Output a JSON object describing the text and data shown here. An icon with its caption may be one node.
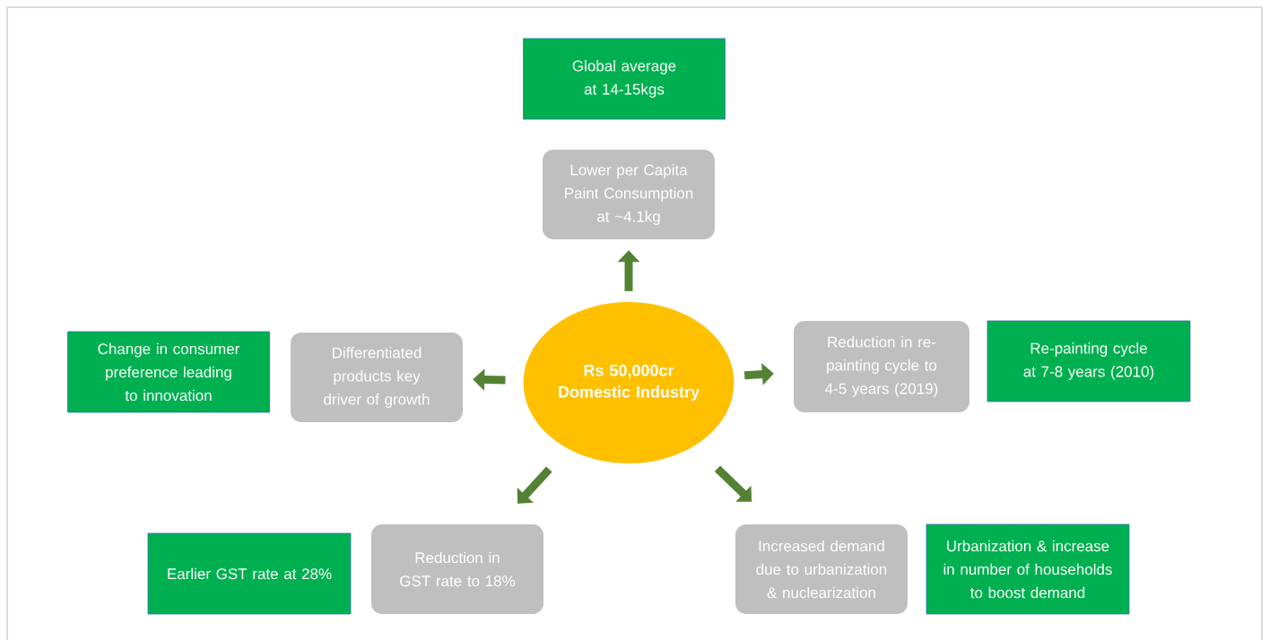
{
  "diagram": {
    "nodes": [
      {
        "text": [
          "Global average at 14-15kgs"
        ]
      },
      {
        "text": [
          "Lower per Capita Paint Consumption at ~4.1kg"
        ]
      },
      {
        "text": [
          "Change in consumer preference leading to innovation"
        ]
      },
      {
        "text": [
          "Differentiated products key driver of growth"
        ]
      },
      {
        "text": [
          "Rs 50,000cr Domestic Industry"
        ]
      },
      {
        "text": [
          "Reduction in re-painting cycle to 4-5 years (2019)"
        ]
      },
      {
        "text": [
          "Re-painting cycle at 7-8 years (2010)"
        ]
      },
      {
        "text": [
          "Earlier GST rate at 28%"
        ]
      },
      {
        "text": [
          "Reduction in GST rate to 18%"
        ]
      },
      {
        "text": [
          "Increased demand due to urbanization & nuclearization"
        ]
      },
      {
        "text": [
          "Urbanization & increase in number of households to boost demand"
        ]
      }
    ],
    "edges": [
      {
        "from": 4,
        "to": 1,
        "arrow": "to"
      },
      {
        "from": 4,
        "to": 3,
        "arrow": "to"
      },
      {
        "from": 4,
        "to": 5,
        "arrow": "to"
      },
      {
        "from": 4,
        "to": 8,
        "arrow": "to"
      },
      {
        "from": 4,
        "to": 9,
        "arrow": "to"
      }
    ]
  }
}
